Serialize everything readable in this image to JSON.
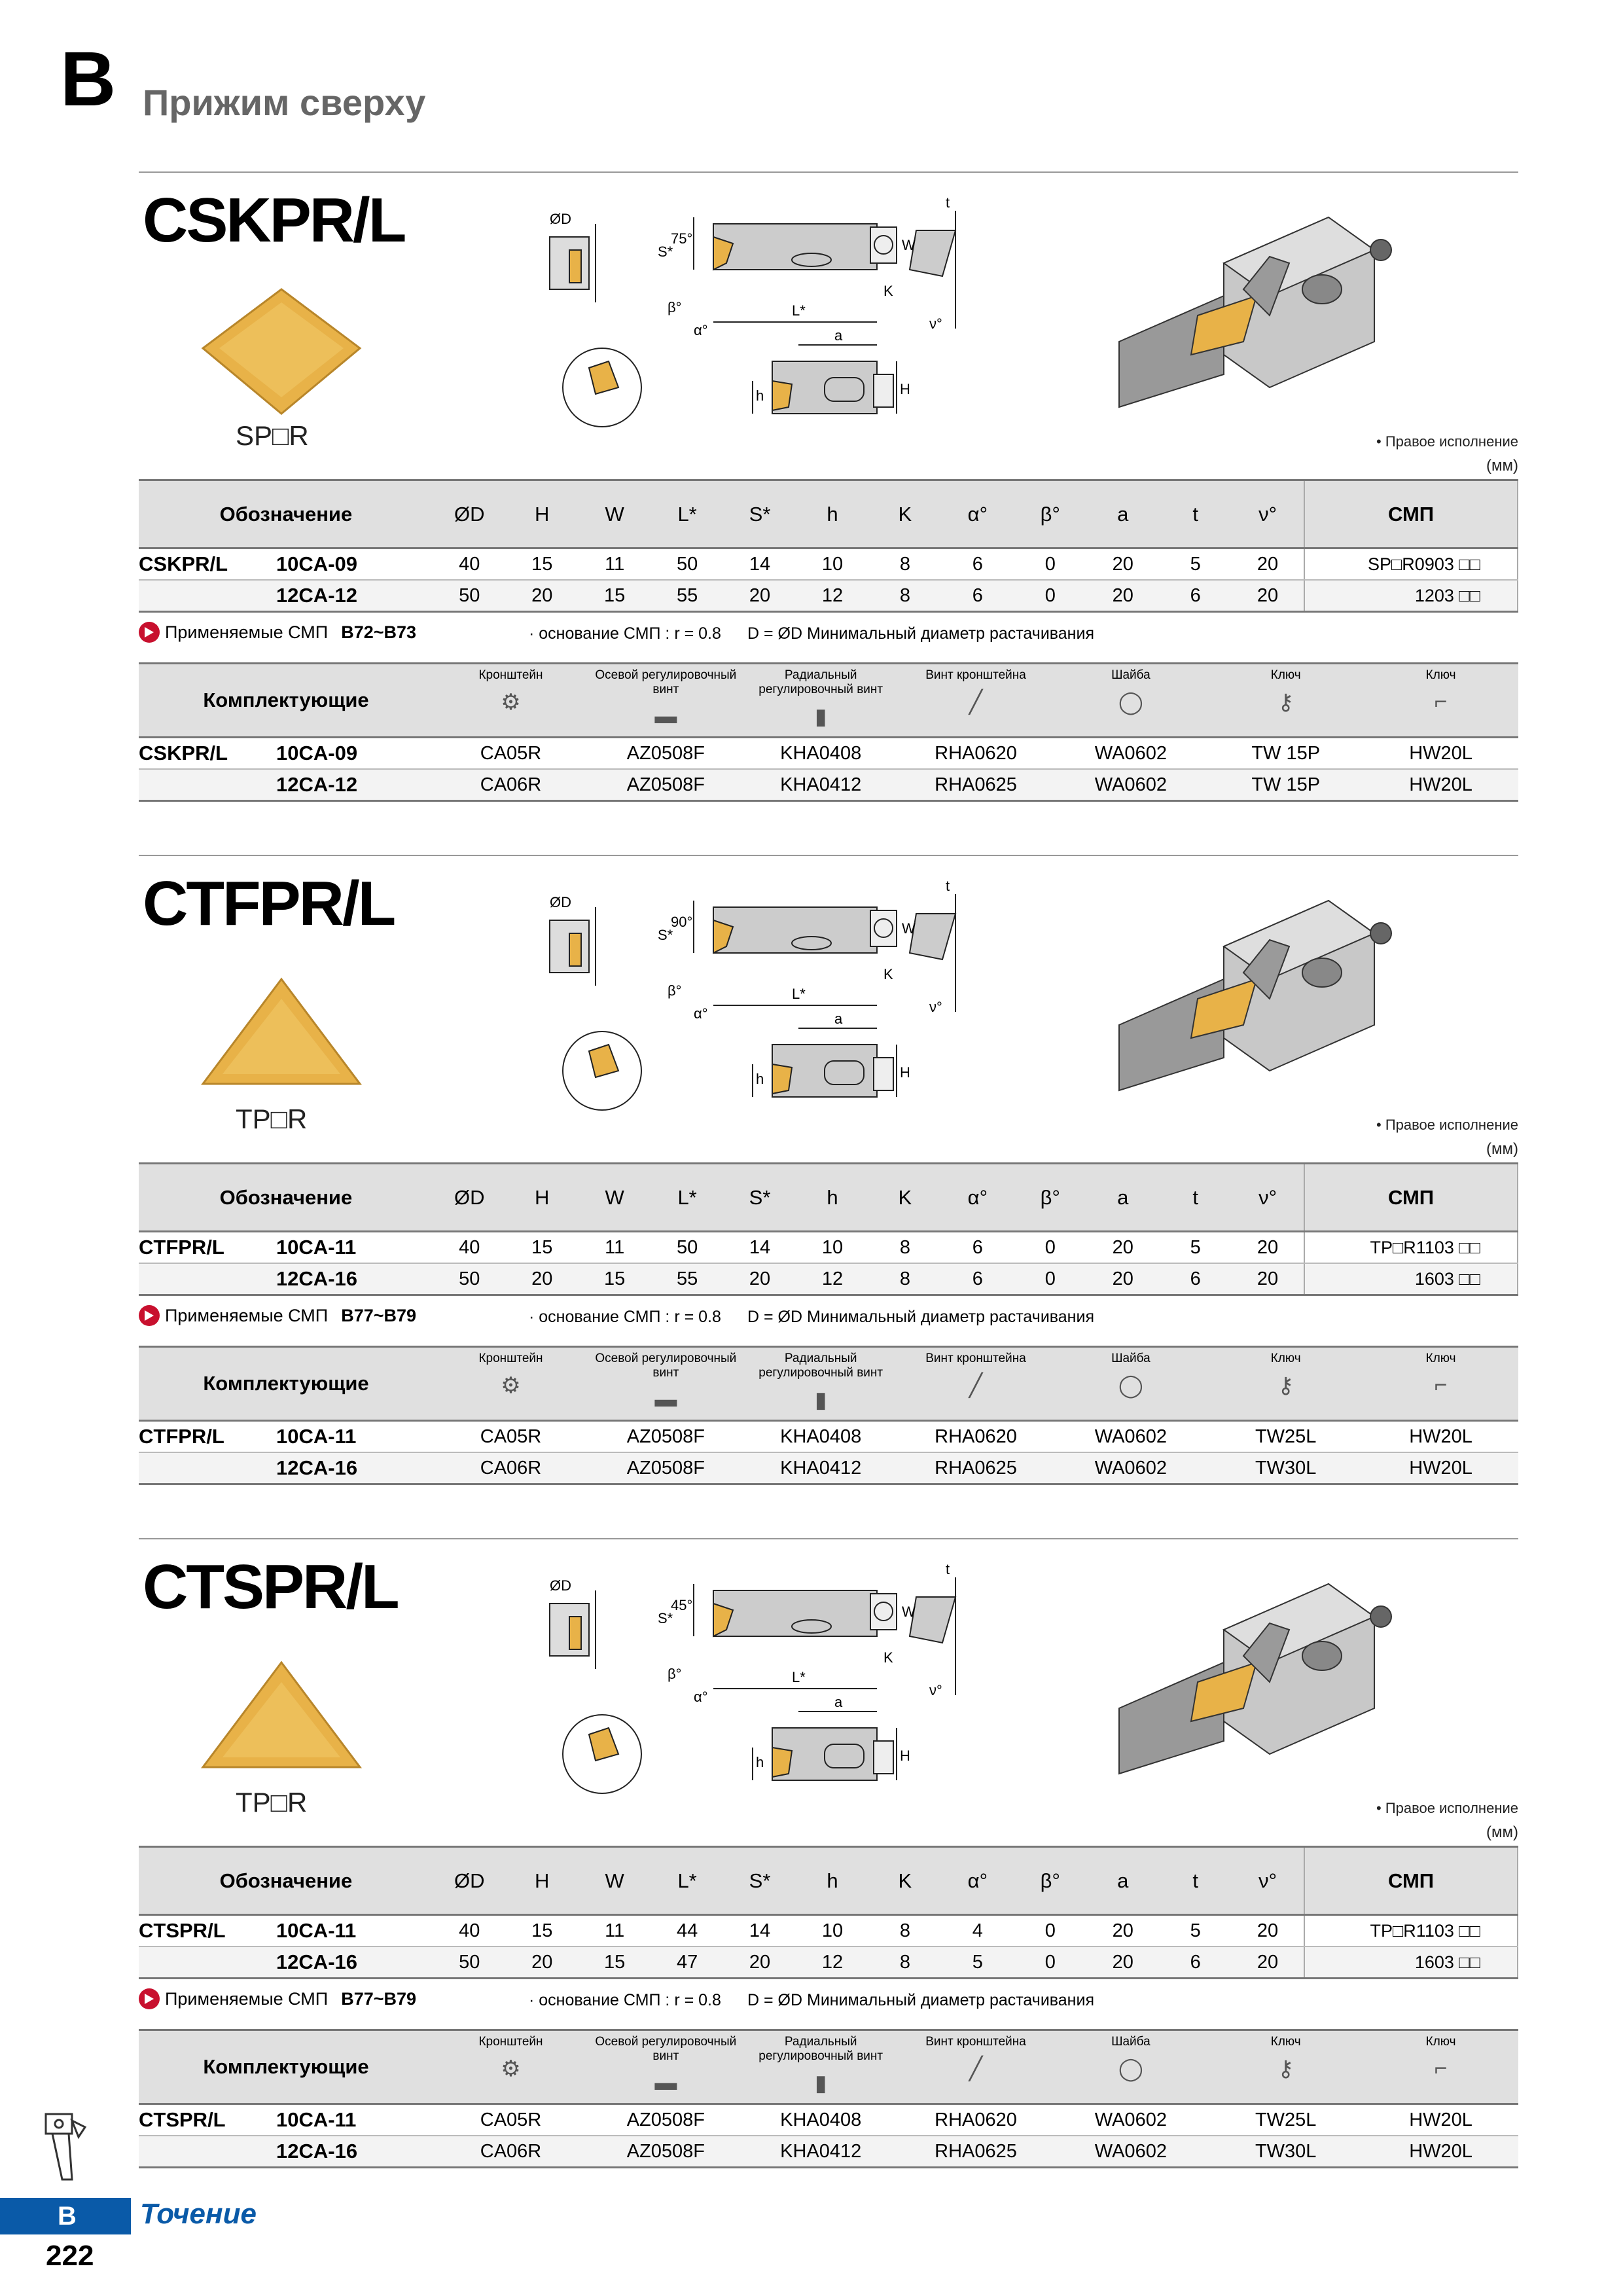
{
  "page": {
    "letter": "B",
    "title": "Прижим сверху",
    "footer_letter": "B",
    "footer_title": "Точение",
    "page_number": "222"
  },
  "common": {
    "right_hand": "• Правое исполнение",
    "unit": "(мм)",
    "col_designation": "Обозначение",
    "col_smp": "СМП",
    "dims_headers": [
      "ØD",
      "H",
      "W",
      "L*",
      "S*",
      "h",
      "K",
      "α°",
      "β°",
      "a",
      "t",
      "ν°"
    ],
    "kit_label": "Комплектующие",
    "kit_headers": [
      "Кронштейн",
      "Осевой регулировочный винт",
      "Радиальный регулировочный винт",
      "Винт кронштейна",
      "Шайба",
      "Ключ",
      "Ключ"
    ],
    "applic_prefix": "Применяемые СМП",
    "note_base": "· основание СМП : r = 0.8",
    "note_d": "D = ØD Минимальный диаметр растачивания",
    "diagram_labels": [
      "ØD",
      "S*",
      "L*",
      "a",
      "W",
      "K",
      "t",
      "h",
      "H",
      "β°",
      "α°",
      "ν°"
    ]
  },
  "sections": [
    {
      "model": "CSKPR/L",
      "insert": "SP□R",
      "angle_label": "75°",
      "applic_range": "B72~B73",
      "rows": [
        {
          "code": "10CA-09",
          "dims": [
            "40",
            "15",
            "11",
            "50",
            "14",
            "10",
            "8",
            "6",
            "0",
            "20",
            "5",
            "20"
          ],
          "smp": "SP□R0903 □□"
        },
        {
          "code": "12CA-12",
          "dims": [
            "50",
            "20",
            "15",
            "55",
            "20",
            "12",
            "8",
            "6",
            "0",
            "20",
            "6",
            "20"
          ],
          "smp": "1203 □□"
        }
      ],
      "kits": [
        {
          "code": "10CA-09",
          "parts": [
            "CA05R",
            "AZ0508F",
            "KHA0408",
            "RHA0620",
            "WA0602",
            "TW 15P",
            "HW20L"
          ]
        },
        {
          "code": "12CA-12",
          "parts": [
            "CA06R",
            "AZ0508F",
            "KHA0412",
            "RHA0625",
            "WA0602",
            "TW 15P",
            "HW20L"
          ]
        }
      ]
    },
    {
      "model": "CTFPR/L",
      "insert": "TP□R",
      "angle_label": "90°",
      "applic_range": "B77~B79",
      "rows": [
        {
          "code": "10CA-11",
          "dims": [
            "40",
            "15",
            "11",
            "50",
            "14",
            "10",
            "8",
            "6",
            "0",
            "20",
            "5",
            "20"
          ],
          "smp": "TP□R1103 □□"
        },
        {
          "code": "12CA-16",
          "dims": [
            "50",
            "20",
            "15",
            "55",
            "20",
            "12",
            "8",
            "6",
            "0",
            "20",
            "6",
            "20"
          ],
          "smp": "1603 □□"
        }
      ],
      "kits": [
        {
          "code": "10CA-11",
          "parts": [
            "CA05R",
            "AZ0508F",
            "KHA0408",
            "RHA0620",
            "WA0602",
            "TW25L",
            "HW20L"
          ]
        },
        {
          "code": "12CA-16",
          "parts": [
            "CA06R",
            "AZ0508F",
            "KHA0412",
            "RHA0625",
            "WA0602",
            "TW30L",
            "HW20L"
          ]
        }
      ]
    },
    {
      "model": "CTSPR/L",
      "insert": "TP□R",
      "angle_label": "45°",
      "applic_range": "B77~B79",
      "rows": [
        {
          "code": "10CA-11",
          "dims": [
            "40",
            "15",
            "11",
            "44",
            "14",
            "10",
            "8",
            "4",
            "0",
            "20",
            "5",
            "20"
          ],
          "smp": "TP□R1103 □□"
        },
        {
          "code": "12CA-16",
          "dims": [
            "50",
            "20",
            "15",
            "47",
            "20",
            "12",
            "8",
            "5",
            "0",
            "20",
            "6",
            "20"
          ],
          "smp": "1603 □□"
        }
      ],
      "kits": [
        {
          "code": "10CA-11",
          "parts": [
            "CA05R",
            "AZ0508F",
            "KHA0408",
            "RHA0620",
            "WA0602",
            "TW25L",
            "HW20L"
          ]
        },
        {
          "code": "12CA-16",
          "parts": [
            "CA06R",
            "AZ0508F",
            "KHA0412",
            "RHA0625",
            "WA0602",
            "TW30L",
            "HW20L"
          ]
        }
      ]
    }
  ],
  "colors": {
    "insert": "#e8b248",
    "accent": "#0a5aa8",
    "header_bg": "#e0e0e0",
    "red_arrow": "#c8102e"
  }
}
